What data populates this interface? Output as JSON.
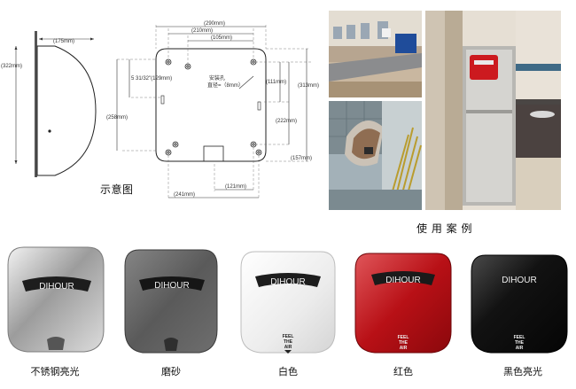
{
  "side_view": {
    "width_label": "(175mm)",
    "height_label": "(322mm)"
  },
  "front_view": {
    "dims": {
      "top_width": "(290mm)",
      "inner_top": "(210mm)",
      "hole_spacing_top": "(105mm)",
      "left_small": "5 31/32\"(129mm)",
      "left_large": "(258mm)",
      "right_inner_a": "(111mm)",
      "right_inner_b": "(222mm)",
      "right_outer": "(313mm)",
      "right_bottom": "(157mm)",
      "bottom_left": "(241mm)",
      "bottom_right": "(121mm)"
    },
    "mount_hole_note_line1": "安装孔",
    "mount_hole_note_line2": "直径=（8mm）"
  },
  "diagram_caption": "示意图",
  "photos_caption": "使 用 案 例",
  "products": [
    {
      "label": "不锈钢亮光",
      "brand": "DIHOUR",
      "body": "#c9c9c9",
      "edge": "#8d8d8d"
    },
    {
      "label": "磨砂",
      "brand": "DIHOUR",
      "body": "#6e6e6e",
      "edge": "#3d3d3d"
    },
    {
      "label": "白色",
      "brand": "DIHOUR",
      "body": "#f4f4f4",
      "edge": "#c8c8c8"
    },
    {
      "label": "红色",
      "brand": "DIHOUR",
      "body": "#c4161c",
      "edge": "#7a0a0e"
    },
    {
      "label": "黑色亮光",
      "brand": "DIHOUR",
      "body": "#141414",
      "edge": "#000000"
    }
  ],
  "feel_text": {
    "line1": "FEEL",
    "line2": "THE",
    "line3": "AIR"
  }
}
